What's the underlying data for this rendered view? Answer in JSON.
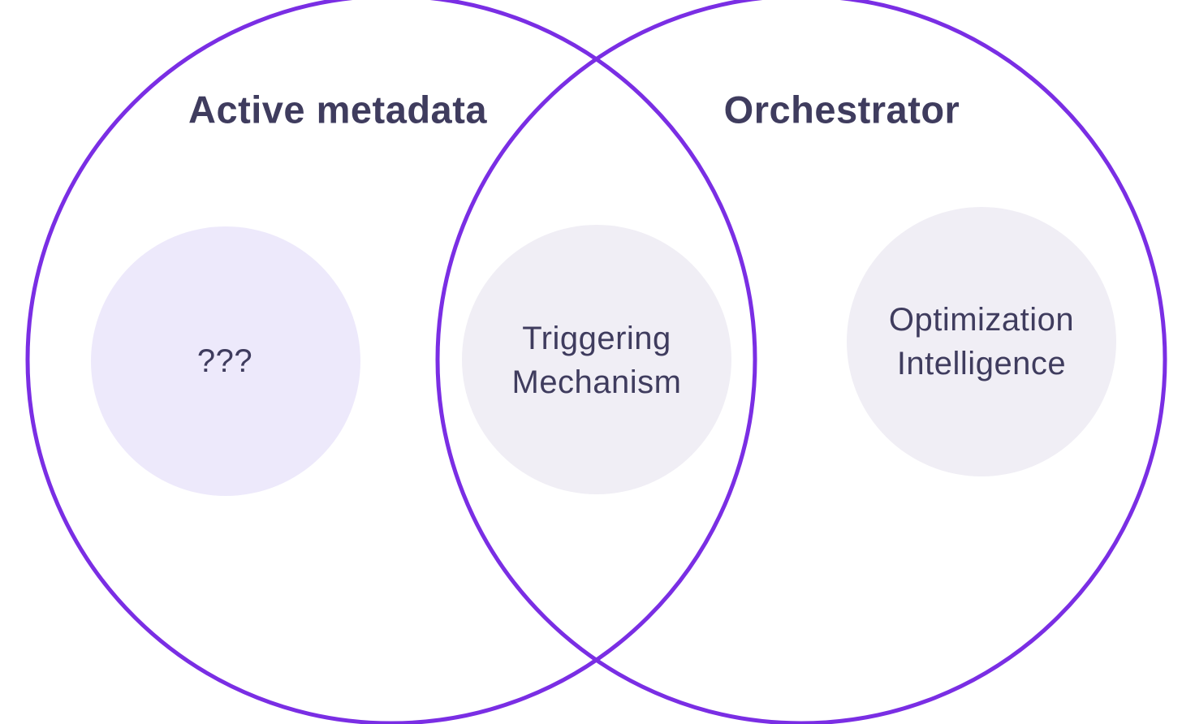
{
  "colors": {
    "ring": "#7a2ee4",
    "text": "#3f3c5e",
    "bubble_left": "#ede9fb",
    "bubble_other": "#f0eef5"
  },
  "venn": {
    "left_set": {
      "title": "Active metadata",
      "inner_label": "???"
    },
    "intersection": {
      "line1": "Triggering",
      "line2": "Mechanism"
    },
    "right_set": {
      "title": "Orchestrator",
      "line1": "Optimization",
      "line2": "Intelligence"
    }
  }
}
